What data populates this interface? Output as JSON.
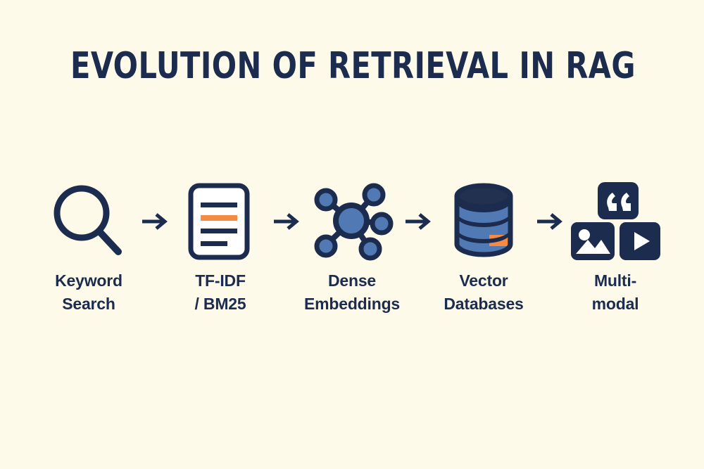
{
  "page": {
    "title": "EVOLUTION OF RETRIEVAL IN RAG",
    "background_color": "#FDFAE9",
    "navy": "#1C2C4E",
    "blue": "#5179B3",
    "orange": "#F58A42",
    "white": "#FFFFFF"
  },
  "flow": {
    "arrow_glyph": "→",
    "steps": [
      {
        "icon": "magnifier-icon",
        "label_line1": "Keyword",
        "label_line2": "Search"
      },
      {
        "icon": "document-lines-icon",
        "label_line1": "TF-IDF",
        "label_line2": "/ BM25"
      },
      {
        "icon": "network-nodes-icon",
        "label_line1": "Dense",
        "label_line2": "Embeddings"
      },
      {
        "icon": "database-cylinder-icon",
        "label_line1": "Vector",
        "label_line2": "Databases"
      },
      {
        "icon": "multimodal-tiles-icon",
        "label_line1": "Multi-",
        "label_line2": "modal"
      }
    ],
    "arrows": [
      {
        "name": "arrow-1"
      },
      {
        "name": "arrow-2"
      },
      {
        "name": "arrow-3"
      },
      {
        "name": "arrow-4"
      }
    ]
  }
}
